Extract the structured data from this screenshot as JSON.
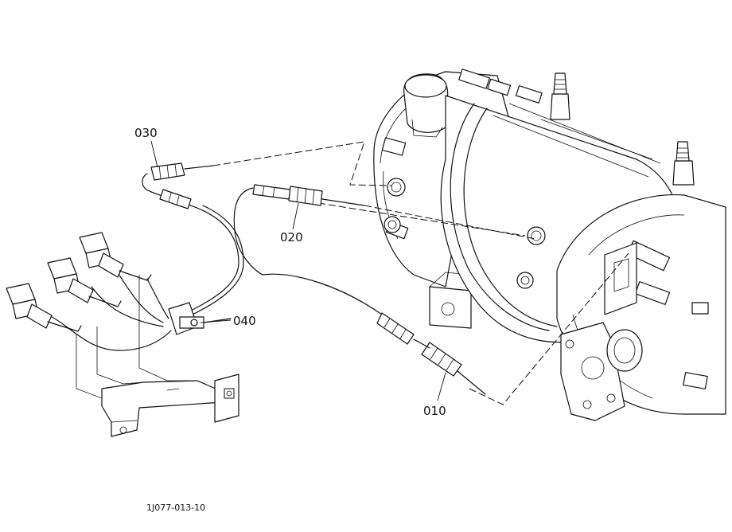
{
  "callouts": {
    "c010": "010",
    "c020": "020",
    "c030": "030",
    "c040": "040"
  },
  "figure_code": "1J077-013-10",
  "icons": [
    "motor-illustration",
    "temperature-sensor",
    "harness-connector",
    "bracket"
  ]
}
